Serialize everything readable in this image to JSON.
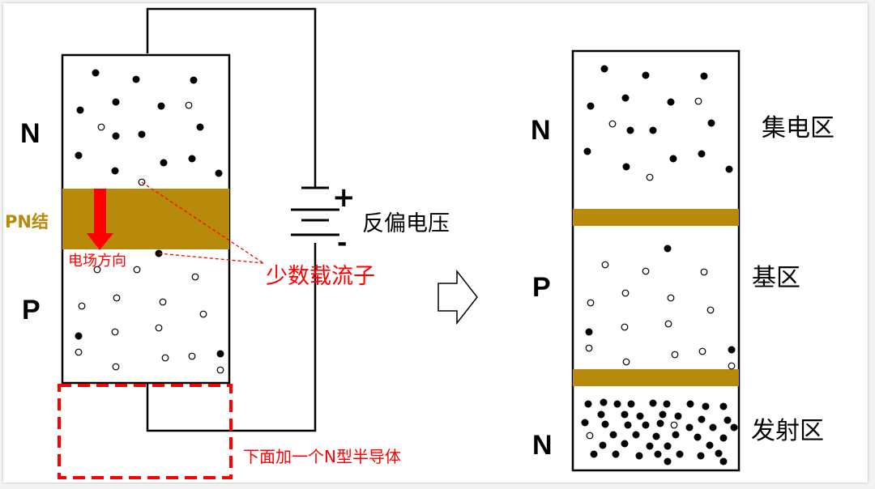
{
  "left_diagram": {
    "top_layer_label": "N",
    "bottom_layer_label": "P",
    "junction_label": "PN结",
    "field_direction_label": "电场方向",
    "minority_carrier_label": "少数载流子",
    "bias_label": "反偏电压",
    "battery_plus": "+",
    "battery_minus": "-",
    "added_layer_label": "下面加一个N型半导体"
  },
  "right_diagram": {
    "top_layer_label": "N",
    "middle_layer_label": "P",
    "bottom_layer_label": "N",
    "collector_label": "集电区",
    "base_label": "基区",
    "emitter_label": "发射区"
  },
  "colors": {
    "junction": "#b88a0c",
    "annotation_red": "#ff0000",
    "ink": "#000000"
  }
}
